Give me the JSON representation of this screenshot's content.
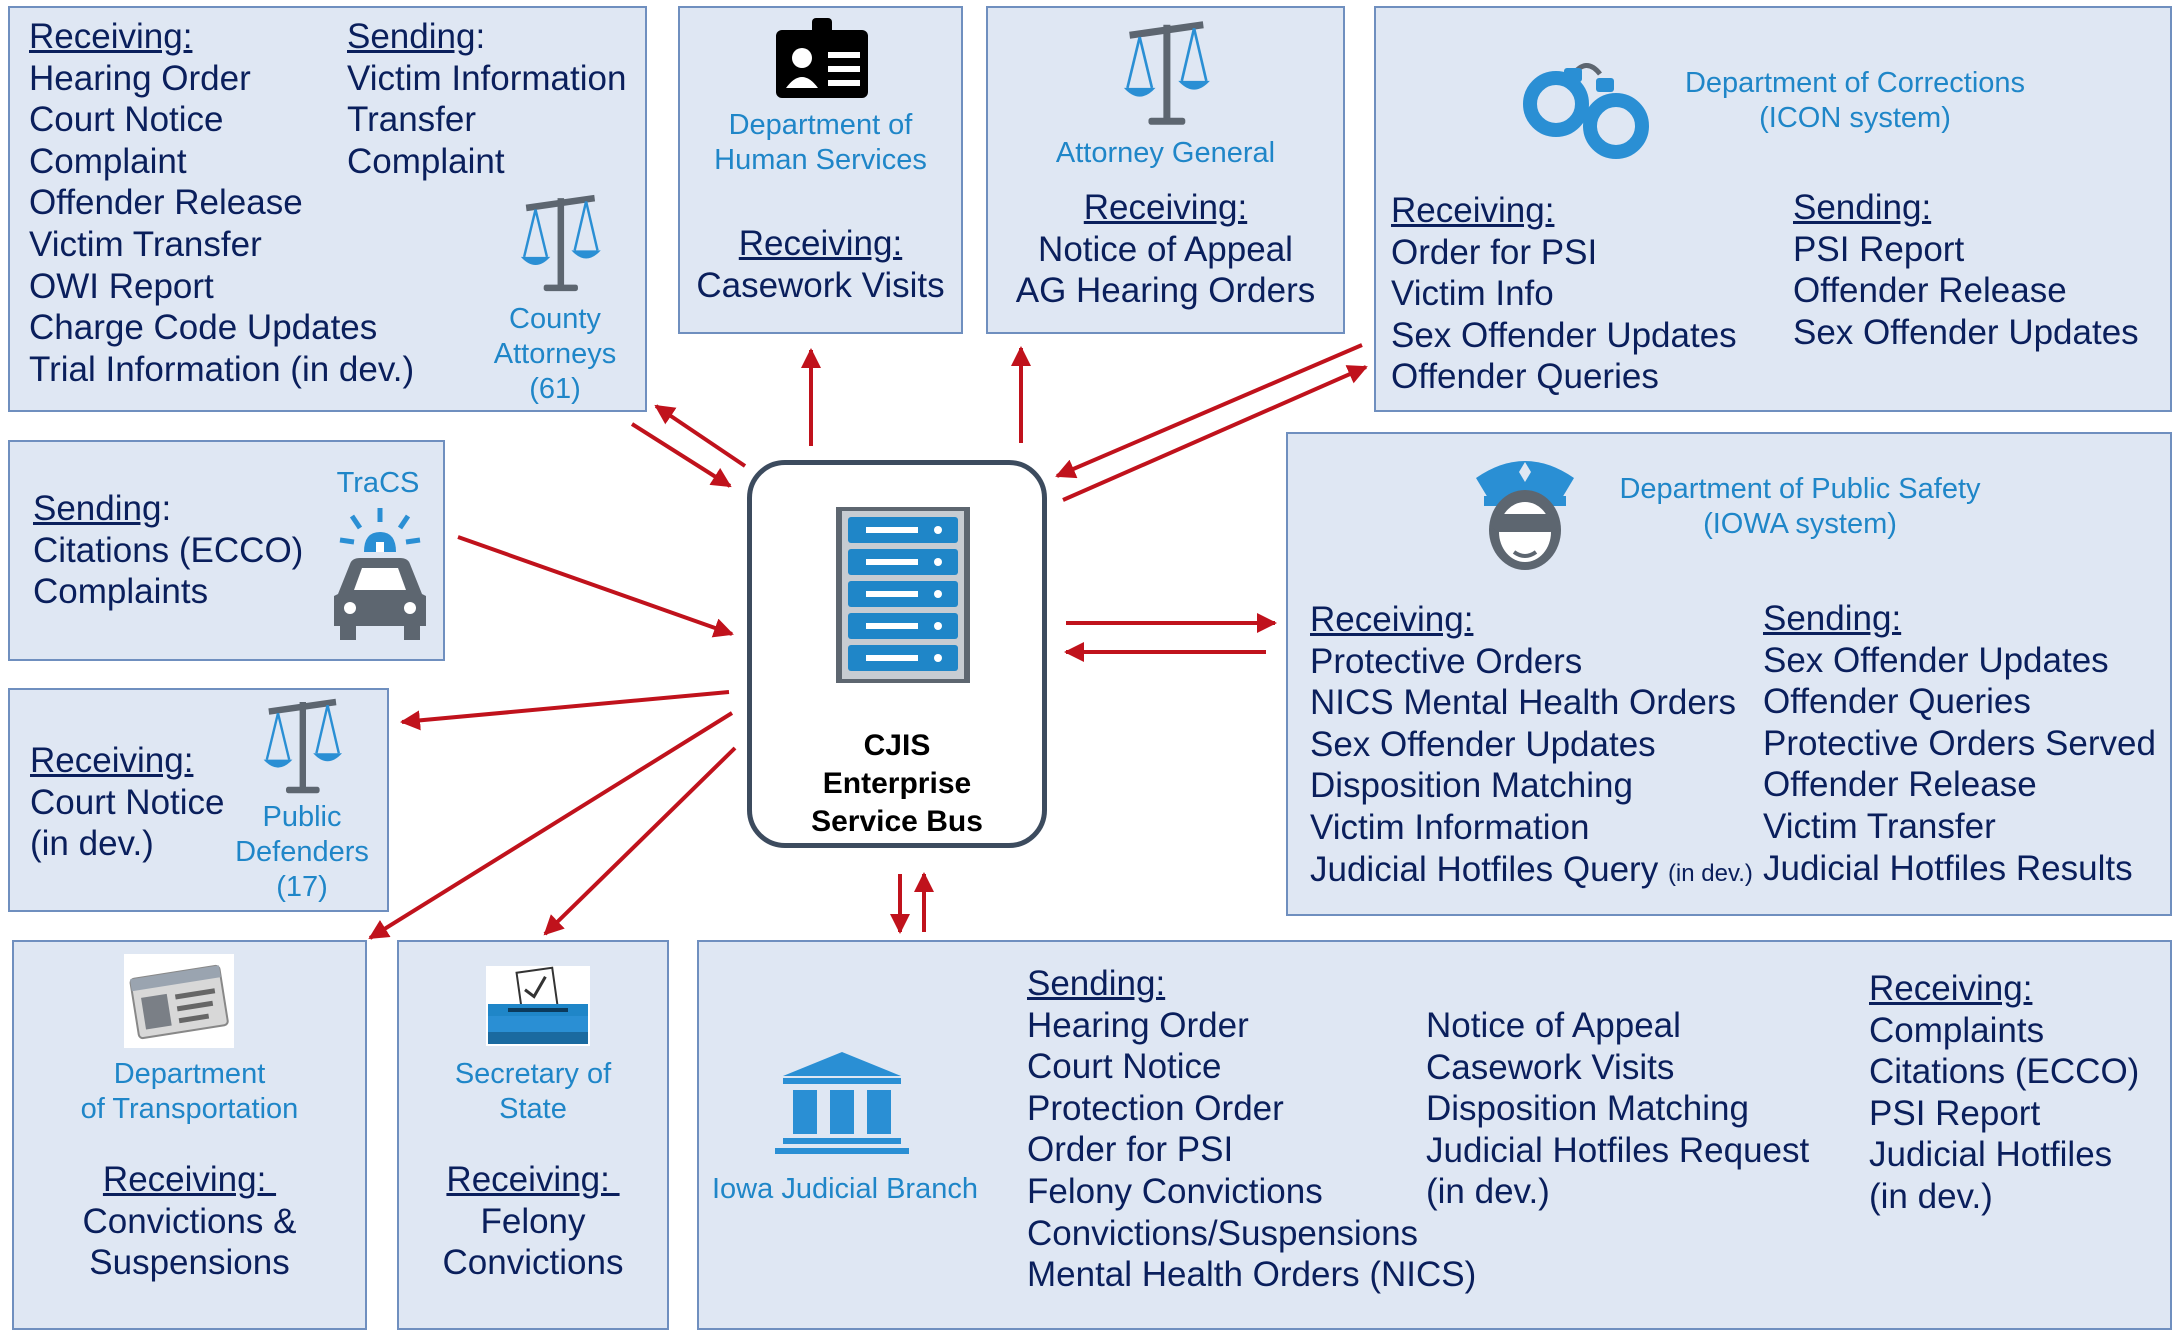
{
  "colors": {
    "box_fill": "#dfe7f3",
    "box_border": "#6f8fbf",
    "org_text": "#1f86c8",
    "body_text": "#0a1f5c",
    "arrow": "#c0121c",
    "icon_blue": "#2a8fd4",
    "icon_gray": "#5d6670"
  },
  "center": {
    "line1": "CJIS",
    "line2": "Enterprise",
    "line3": "Service Bus",
    "icon": "server-rack-icon"
  },
  "county_attorneys": {
    "receiving_heading": "Receiving:",
    "receiving": [
      "Hearing Order",
      "Court Notice",
      "Complaint",
      "Offender Release",
      "Victim Transfer",
      "OWI Report",
      "Charge Code Updates",
      "Trial Information (in dev.)"
    ],
    "sending_heading": "Sending",
    "sending_colon": ":",
    "sending": [
      "Victim Information",
      "Transfer",
      "Complaint"
    ],
    "name_lines": [
      "County",
      "Attorneys",
      "(61)"
    ],
    "icon": "scales-of-justice-icon"
  },
  "dhs": {
    "name_lines": [
      "Department of",
      "Human Services"
    ],
    "receiving_heading": "Receiving:",
    "receiving": [
      "Casework Visits"
    ],
    "icon": "id-badge-icon"
  },
  "attorney_general": {
    "name": "Attorney General",
    "receiving_heading": "Receiving:",
    "receiving": [
      "Notice of Appeal",
      "AG Hearing Orders"
    ],
    "icon": "scales-of-justice-icon"
  },
  "corrections": {
    "name_lines": [
      "Department of Corrections",
      "(ICON system)"
    ],
    "receiving_heading": "Receiving:",
    "receiving": [
      "Order for PSI",
      "Victim Info",
      "Sex Offender Updates",
      "Offender Queries"
    ],
    "sending_heading": "Sending:",
    "sending": [
      "PSI Report",
      "Offender Release",
      "Sex Offender Updates"
    ],
    "icon": "handcuffs-icon"
  },
  "tracs": {
    "name": "TraCS",
    "sending_heading": "Sending",
    "sending_colon": ":",
    "sending": [
      "Citations (ECCO)",
      "Complaints"
    ],
    "icon": "police-car-icon"
  },
  "public_safety": {
    "name_lines": [
      "Department of Public Safety",
      "(IOWA system)"
    ],
    "receiving_heading": "Receiving:",
    "receiving": [
      "Protective Orders",
      "NICS Mental Health Orders",
      "Sex Offender Updates",
      "Disposition Matching",
      "Victim Information",
      "Judicial Hotfiles Query"
    ],
    "in_dev_note": "(in dev.)",
    "sending_heading": "Sending:",
    "sending": [
      "Sex Offender Updates",
      "Offender Queries",
      "Protective Orders Served",
      "Offender Release",
      "Victim Transfer",
      "Judicial Hotfiles Results"
    ],
    "icon": "police-officer-icon"
  },
  "public_defenders": {
    "receiving_heading": "Receiving:",
    "receiving": [
      "Court Notice",
      "(in dev.)"
    ],
    "name_lines": [
      "Public",
      "Defenders",
      "(17)"
    ],
    "icon": "scales-of-justice-icon"
  },
  "transportation": {
    "name_lines": [
      "Department",
      "of Transportation"
    ],
    "receiving_heading": "Receiving: ",
    "receiving": [
      "Convictions &",
      "Suspensions"
    ],
    "icon": "drivers-license-icon"
  },
  "secretary_of_state": {
    "name_lines": [
      "Secretary of",
      "State"
    ],
    "receiving_heading": "Receiving: ",
    "receiving": [
      "Felony",
      "Convictions"
    ],
    "icon": "ballot-box-icon"
  },
  "judicial_branch": {
    "name": "Iowa Judicial Branch",
    "sending_heading": "Sending:",
    "sending_col1": [
      "Hearing Order",
      "Court Notice",
      "Protection Order",
      "Order for PSI",
      "Felony Convictions",
      "Convictions/Suspensions",
      "Mental Health Orders (NICS)"
    ],
    "sending_col2": [
      "Notice of Appeal",
      "Casework Visits",
      "Disposition Matching",
      "Judicial Hotfiles Request",
      "(in dev.)"
    ],
    "receiving_heading": "Receiving:",
    "receiving": [
      "Complaints",
      "Citations (ECCO)",
      "PSI Report",
      "Judicial Hotfiles",
      "(in dev.)"
    ],
    "icon": "courthouse-icon"
  }
}
